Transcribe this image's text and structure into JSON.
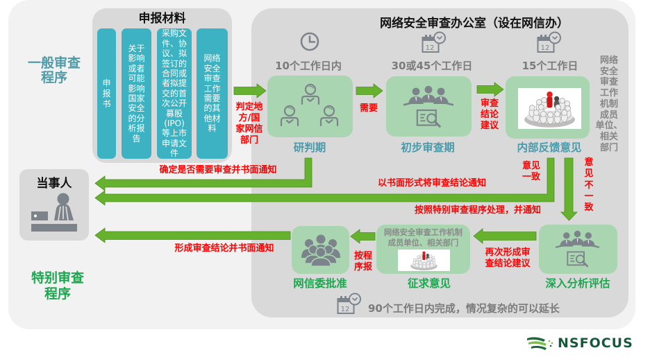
{
  "materials": {
    "title": "申报材料",
    "items": [
      "申\n报\n书",
      "关于\n影响\n或者\n可能\n影响\n国家\n安全\n的分\n析报\n告",
      "采购文\n件、协\n议、拟\n签订的\n合同或\n者拟提\n交的首\n次公开\n募股\n(IPO)\n等上市\n申请文\n件",
      "网络\n安全\n审查\n工作\n需要\n的其\n他材\n料"
    ]
  },
  "procedures": {
    "general": "一般审查\n程序",
    "special": "特别审查\n程序"
  },
  "party": {
    "label": "当事人",
    "icon": "person-at-desk-icon"
  },
  "office": {
    "title": "网络安全审查办公室（设在网信办）",
    "member_units_note": "网络\n安全\n审查\n工作\n机制\n成员\n单位、\n相关\n部门"
  },
  "general_stages": [
    {
      "time_limit": "10个工作日内",
      "name": "研判期",
      "time_icon": "clock-icon",
      "icon": "reviewers-check-icon"
    },
    {
      "time_limit": "30或45个工作日",
      "name": "初步审查期",
      "time_icon": "calendar-clock-icon",
      "icon": "meeting-review-icon"
    },
    {
      "time_limit": "15个工作日",
      "name": "内部反馈意见",
      "time_icon": "calendar-clock-icon",
      "icon": "crowd-image"
    }
  ],
  "special_stages": [
    {
      "name": "深入分析评估",
      "icon": "meeting-review-icon"
    },
    {
      "name": "征求意见",
      "detail": "网络安全审查工作机制\n成员单位、相关部门",
      "icon": "crowd-image"
    },
    {
      "name": "网信委批准",
      "icon": "group-icon"
    }
  ],
  "special_duration": "90个工作日内完成，情况复杂的可以延长",
  "calendar_day": "12",
  "flow_labels": {
    "decide_dept": "判定地\n方/国\n家网信\n部门",
    "needed": "需要",
    "conclusion_suggestion": "审查\n结论\n建议",
    "notify_whether_review": "确定是否需要审查并书面通知",
    "notify_conclusion": "以书面形式将审查结论通知",
    "agree": "意见\n一致",
    "disagree": "意\n见\n不\n一\n致",
    "special_procedure_notify": "按照特别审查程序处理，并通知",
    "reform_conclusion": "再次形成审\n查结论建议",
    "report_per_procedure": "按程\n序报",
    "final_notify": "形成审查结论并书面通知"
  },
  "brand": {
    "name": "NSFOCUS"
  },
  "colors": {
    "background": "#f2f2f2",
    "panel": "#d9d9d9",
    "material_column": "#3cb2c2",
    "stage_box": "#a9d5b1",
    "arrow": "#66b22e",
    "flow_label": "#ff0000",
    "general_text": "#4a9aaa",
    "special_text": "#1ca64e",
    "muted_text": "#7b7b7b",
    "brand": "#17583a"
  }
}
